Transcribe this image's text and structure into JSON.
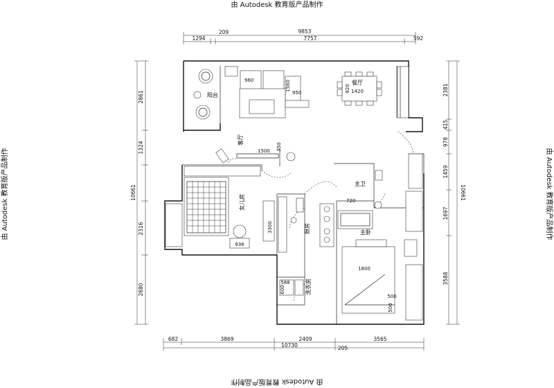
{
  "edu_stamp": "由 Autodesk 教育版产品制作",
  "rooms": {
    "balcony": "阳台",
    "living": "客厅",
    "dining": "餐厅",
    "daughter": "女儿房",
    "kitchen": "厨房",
    "master": "主卧",
    "master_bath": "主卫",
    "laundry": "洗衣房"
  },
  "top_dims": {
    "total": "9853",
    "d1294": "1294",
    "d209": "209",
    "d7757": "7757",
    "d592": "592"
  },
  "bottom_dims": {
    "d682": "682",
    "d3869": "3869",
    "d2409": "2409",
    "d3565": "3565",
    "total": "10730",
    "d205": "205"
  },
  "left_dims": {
    "d2861": "2861",
    "d1324": "1324",
    "total": "10661",
    "d2316": "2316",
    "d2680": "2680"
  },
  "right_dims": {
    "d2381": "2381",
    "d415": "415",
    "d978": "978",
    "d1459": "1459",
    "total": "10661",
    "d1697": "1697",
    "d3588": "3588"
  },
  "inner_dims": {
    "sofa_960": "960",
    "sofa_1560": "1560",
    "sofa_950": "950",
    "dining_920": "920",
    "dining_1420": "1420",
    "living_1500": "1500",
    "living_350": "350",
    "bath_720": "720",
    "daughter_3300": "3300",
    "desk_936": "936",
    "laundry_588": "588",
    "laundry_600": "600",
    "bed_1800": "1800",
    "bed_500a": "500",
    "bed_500b": "500"
  }
}
